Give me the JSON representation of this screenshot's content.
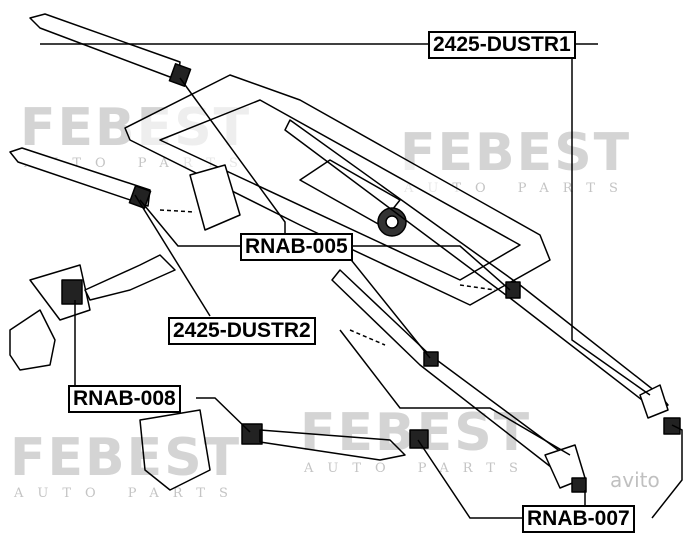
{
  "watermark": {
    "brand": "FEBEST",
    "tagline": "AUTO PARTS",
    "color": "#d4d4d4"
  },
  "labels": {
    "dustr1": "2425-DUSTR1",
    "rnab005": "RNAB-005",
    "dustr2": "2425-DUSTR2",
    "rnab008": "RNAB-008",
    "rnab007": "RNAB-007"
  },
  "overlay_watermark": "avito"
}
